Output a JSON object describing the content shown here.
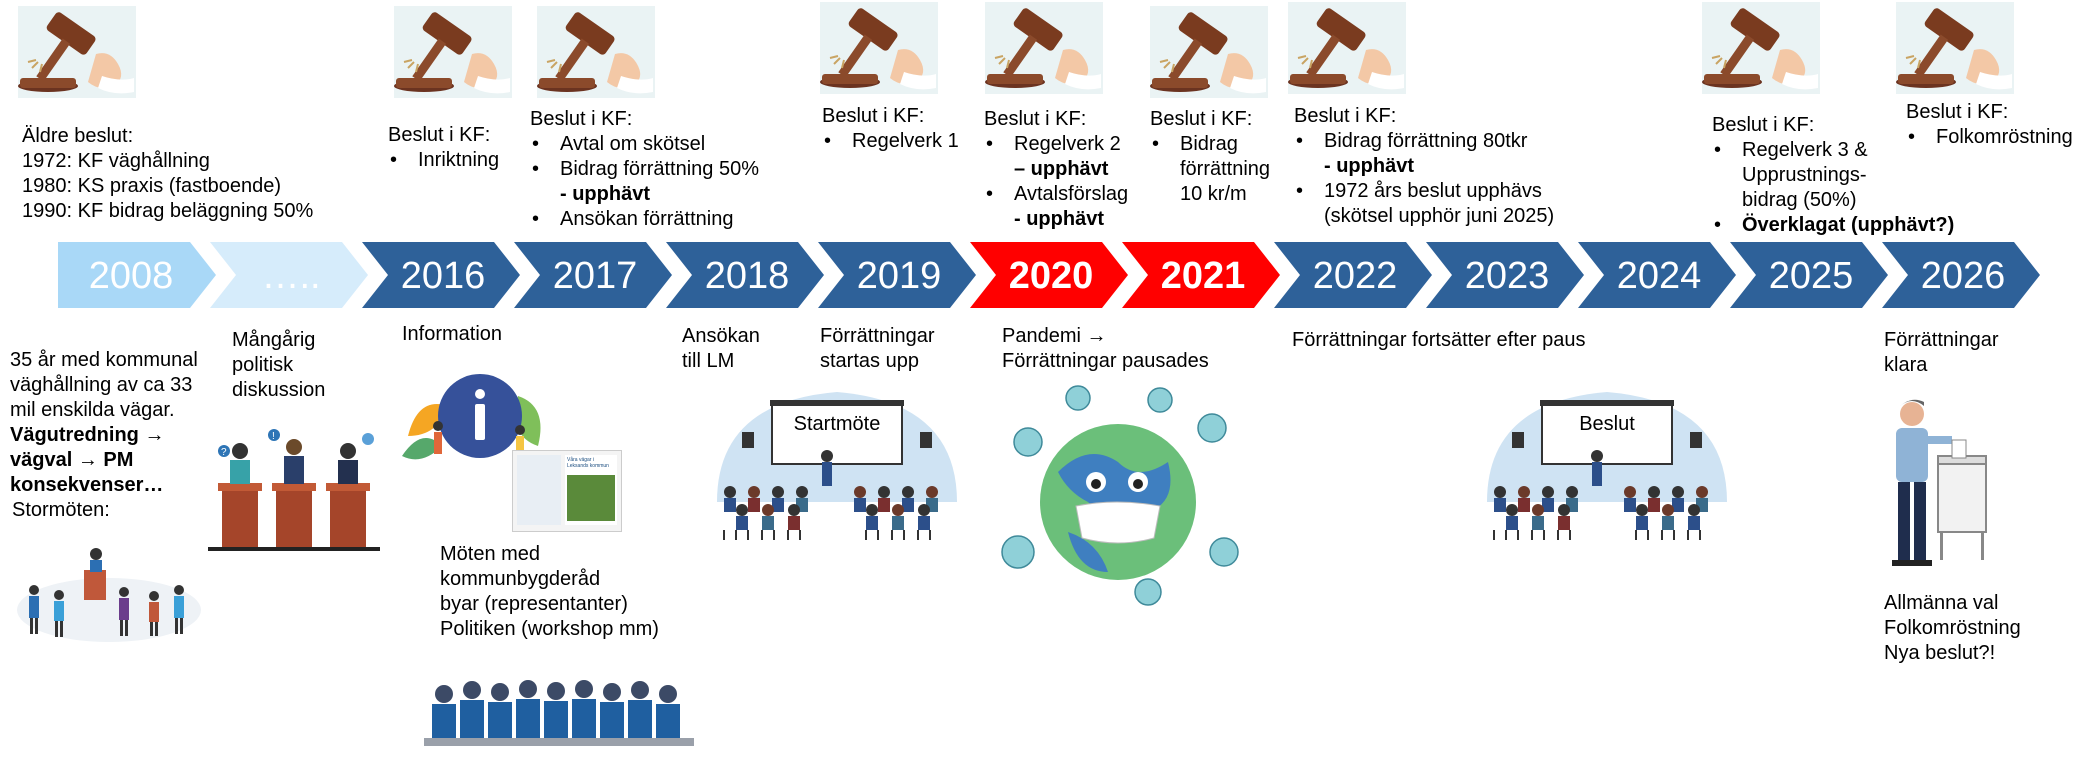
{
  "colors": {
    "arrow_light": "#a9d8f7",
    "arrow_lighter": "#d6ecfb",
    "arrow_blue": "#2e6199",
    "arrow_red": "#ff0000",
    "text": "#000000"
  },
  "timeline": [
    {
      "label": "2008",
      "style": "light"
    },
    {
      "label": "…..",
      "style": "lighter"
    },
    {
      "label": "2016",
      "style": "blue"
    },
    {
      "label": "2017",
      "style": "blue"
    },
    {
      "label": "2018",
      "style": "blue"
    },
    {
      "label": "2019",
      "style": "blue"
    },
    {
      "label": "2020",
      "style": "red"
    },
    {
      "label": "2021",
      "style": "red"
    },
    {
      "label": "2022",
      "style": "blue"
    },
    {
      "label": "2023",
      "style": "blue"
    },
    {
      "label": "2024",
      "style": "blue"
    },
    {
      "label": "2025",
      "style": "blue"
    },
    {
      "label": "2026",
      "style": "blue"
    }
  ],
  "top": {
    "older": {
      "heading": "Äldre beslut:",
      "lines": [
        "1972: KF väghållning",
        "1980: KS praxis (fastboende)",
        "1990: KF bidrag beläggning 50%"
      ]
    },
    "kf2016": {
      "heading": "Beslut i KF:",
      "bullets": [
        "Inriktning"
      ]
    },
    "kf2017": {
      "heading": "Beslut i KF:",
      "b1": "Avtal om skötsel",
      "b2": "Bidrag förrättning 50%",
      "b2_strong": "- upphävt",
      "b3": "Ansökan förrättning"
    },
    "kf2019": {
      "heading": "Beslut i KF:",
      "b1": "Regelverk 1"
    },
    "kf2020": {
      "heading": "Beslut i KF:",
      "b1": "Regelverk 2",
      "b1_strong": "– upphävt",
      "b2": "Avtalsförslag",
      "b2_strong": "- upphävt"
    },
    "kf2021": {
      "heading": "Beslut i KF:",
      "b1": "Bidrag\nförrättning\n10 kr/m"
    },
    "kf2022": {
      "heading": "Beslut i KF:",
      "b1": "Bidrag förrättning  80tkr",
      "b1_strong": "- upphävt",
      "b2": "1972 års beslut upphävs\n(skötsel upphör juni 2025)"
    },
    "kf2025": {
      "heading": "Beslut i KF:",
      "b1": "Regelverk 3 &\nUpprustnings-\nbidrag (50%)",
      "b2": "Överklagat (upphävt?)"
    },
    "kf2026": {
      "heading": "Beslut i KF:",
      "b1": "Folkomröstning"
    }
  },
  "bottom": {
    "y2008_text": "35 år med kommunal\nväghållning av ca 33\nmil enskilda vägar.",
    "y2008_strong": "Vägutredning →\nvägval → PM\nkonsekvenser…",
    "stormoten": "Stormöten:",
    "mangarig": "Mångårig\npolitisk\ndiskussion",
    "information": "Information",
    "moten": "Möten med\nkommunbygderåd\nbyar (representanter)\nPolitiken (workshop mm)",
    "brochure_title": "Våra vägar\ni Leksands kommun",
    "ansokan": "Ansökan\ntill LM",
    "forr_startas": "Förrättningar\nstartas upp",
    "startmote": "Startmöte",
    "pandemi": "Pandemi →\nFörrättningar pausades",
    "forts": "Förrättningar fortsätter efter paus",
    "beslut_board": "Beslut",
    "klara": "Förrättningar\nklara",
    "allmanna": "Allmänna val\nFolkomröstning\nNya beslut?!"
  },
  "icons": {
    "gavel": "gavel-icon",
    "info": "info-icon",
    "virus": "virus-icon",
    "voter": "ballot-box-icon"
  }
}
